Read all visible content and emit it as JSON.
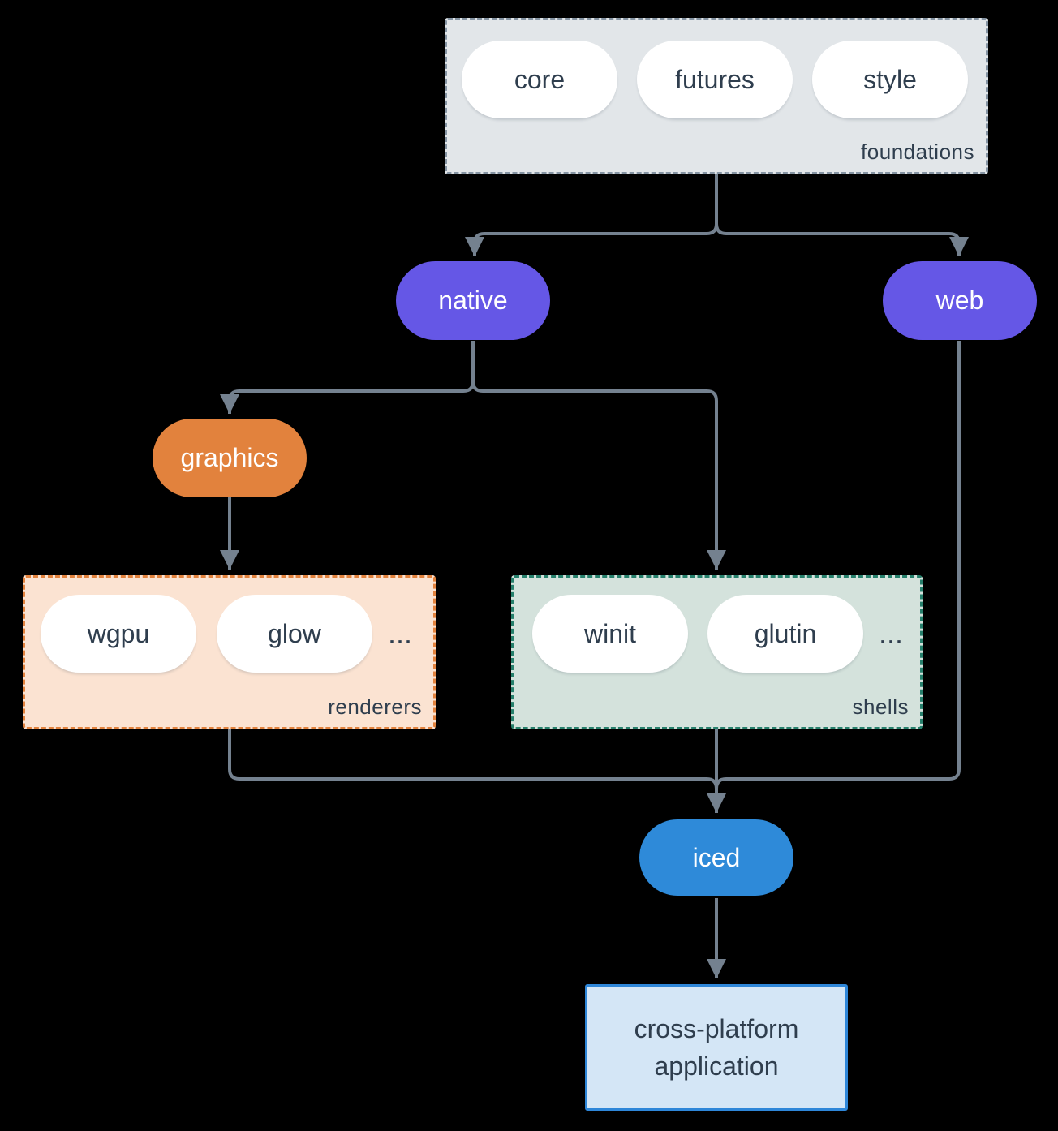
{
  "diagram": {
    "groups": {
      "foundations": {
        "label": "foundations",
        "pills": [
          "core",
          "futures",
          "style"
        ]
      },
      "renderers": {
        "label": "renderers",
        "pills": [
          "wgpu",
          "glow"
        ],
        "more": "..."
      },
      "shells": {
        "label": "shells",
        "pills": [
          "winit",
          "glutin"
        ],
        "more": "..."
      }
    },
    "nodes": {
      "native": "native",
      "web": "web",
      "graphics": "graphics",
      "iced": "iced",
      "application": "cross-platform application"
    },
    "colors": {
      "background": "#000000",
      "foundations_fill": "#e2e6e9",
      "foundations_border": "#8594a3",
      "renderers_fill": "#fbe3d2",
      "renderers_border": "#e2823d",
      "shells_fill": "#d4e2dc",
      "shells_border": "#26806c",
      "pill_fill": "#ffffff",
      "text_dark": "#2f3e4e",
      "native_web_fill": "#6557e6",
      "graphics_fill": "#e2823d",
      "iced_fill": "#2e8ad9",
      "application_fill": "#d4e6f6",
      "application_border": "#2e86d8",
      "arrow": "#74818f"
    }
  }
}
